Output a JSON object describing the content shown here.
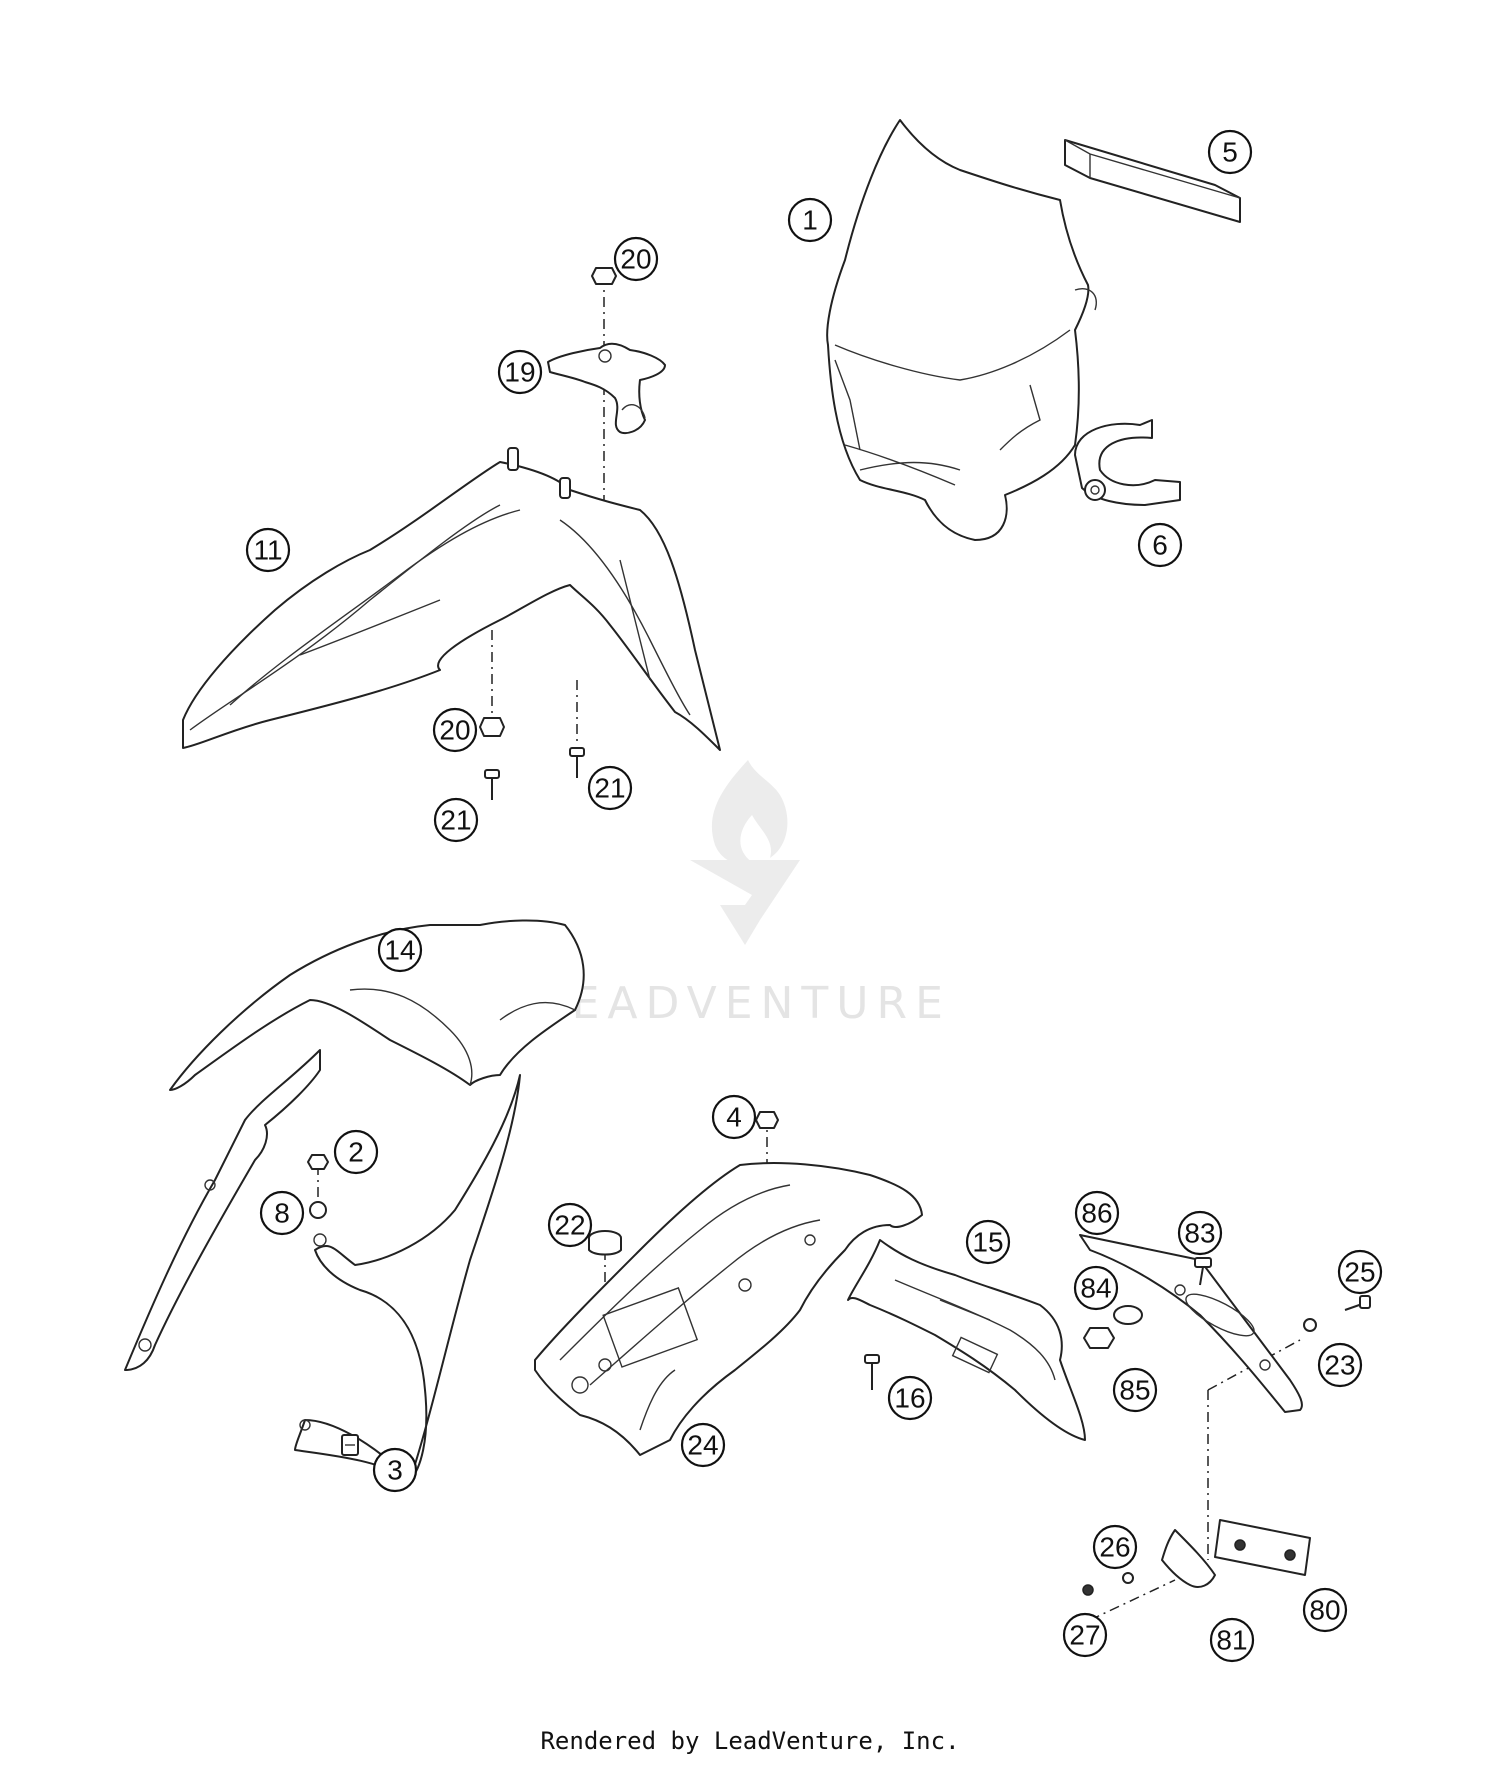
{
  "watermark": {
    "brand": "LEADVENTURE"
  },
  "footer": {
    "text": "Rendered by LeadVenture, Inc."
  },
  "callouts": [
    {
      "label": "1"
    },
    {
      "label": "5"
    },
    {
      "label": "20"
    },
    {
      "label": "19"
    },
    {
      "label": "6"
    },
    {
      "label": "11"
    },
    {
      "label": "20"
    },
    {
      "label": "21"
    },
    {
      "label": "21"
    },
    {
      "label": "14"
    },
    {
      "label": "4"
    },
    {
      "label": "2"
    },
    {
      "label": "8"
    },
    {
      "label": "22"
    },
    {
      "label": "15"
    },
    {
      "label": "86"
    },
    {
      "label": "83"
    },
    {
      "label": "25"
    },
    {
      "label": "84"
    },
    {
      "label": "23"
    },
    {
      "label": "85"
    },
    {
      "label": "16"
    },
    {
      "label": "24"
    },
    {
      "label": "3"
    },
    {
      "label": "26"
    },
    {
      "label": "80"
    },
    {
      "label": "27"
    },
    {
      "label": "81"
    }
  ]
}
